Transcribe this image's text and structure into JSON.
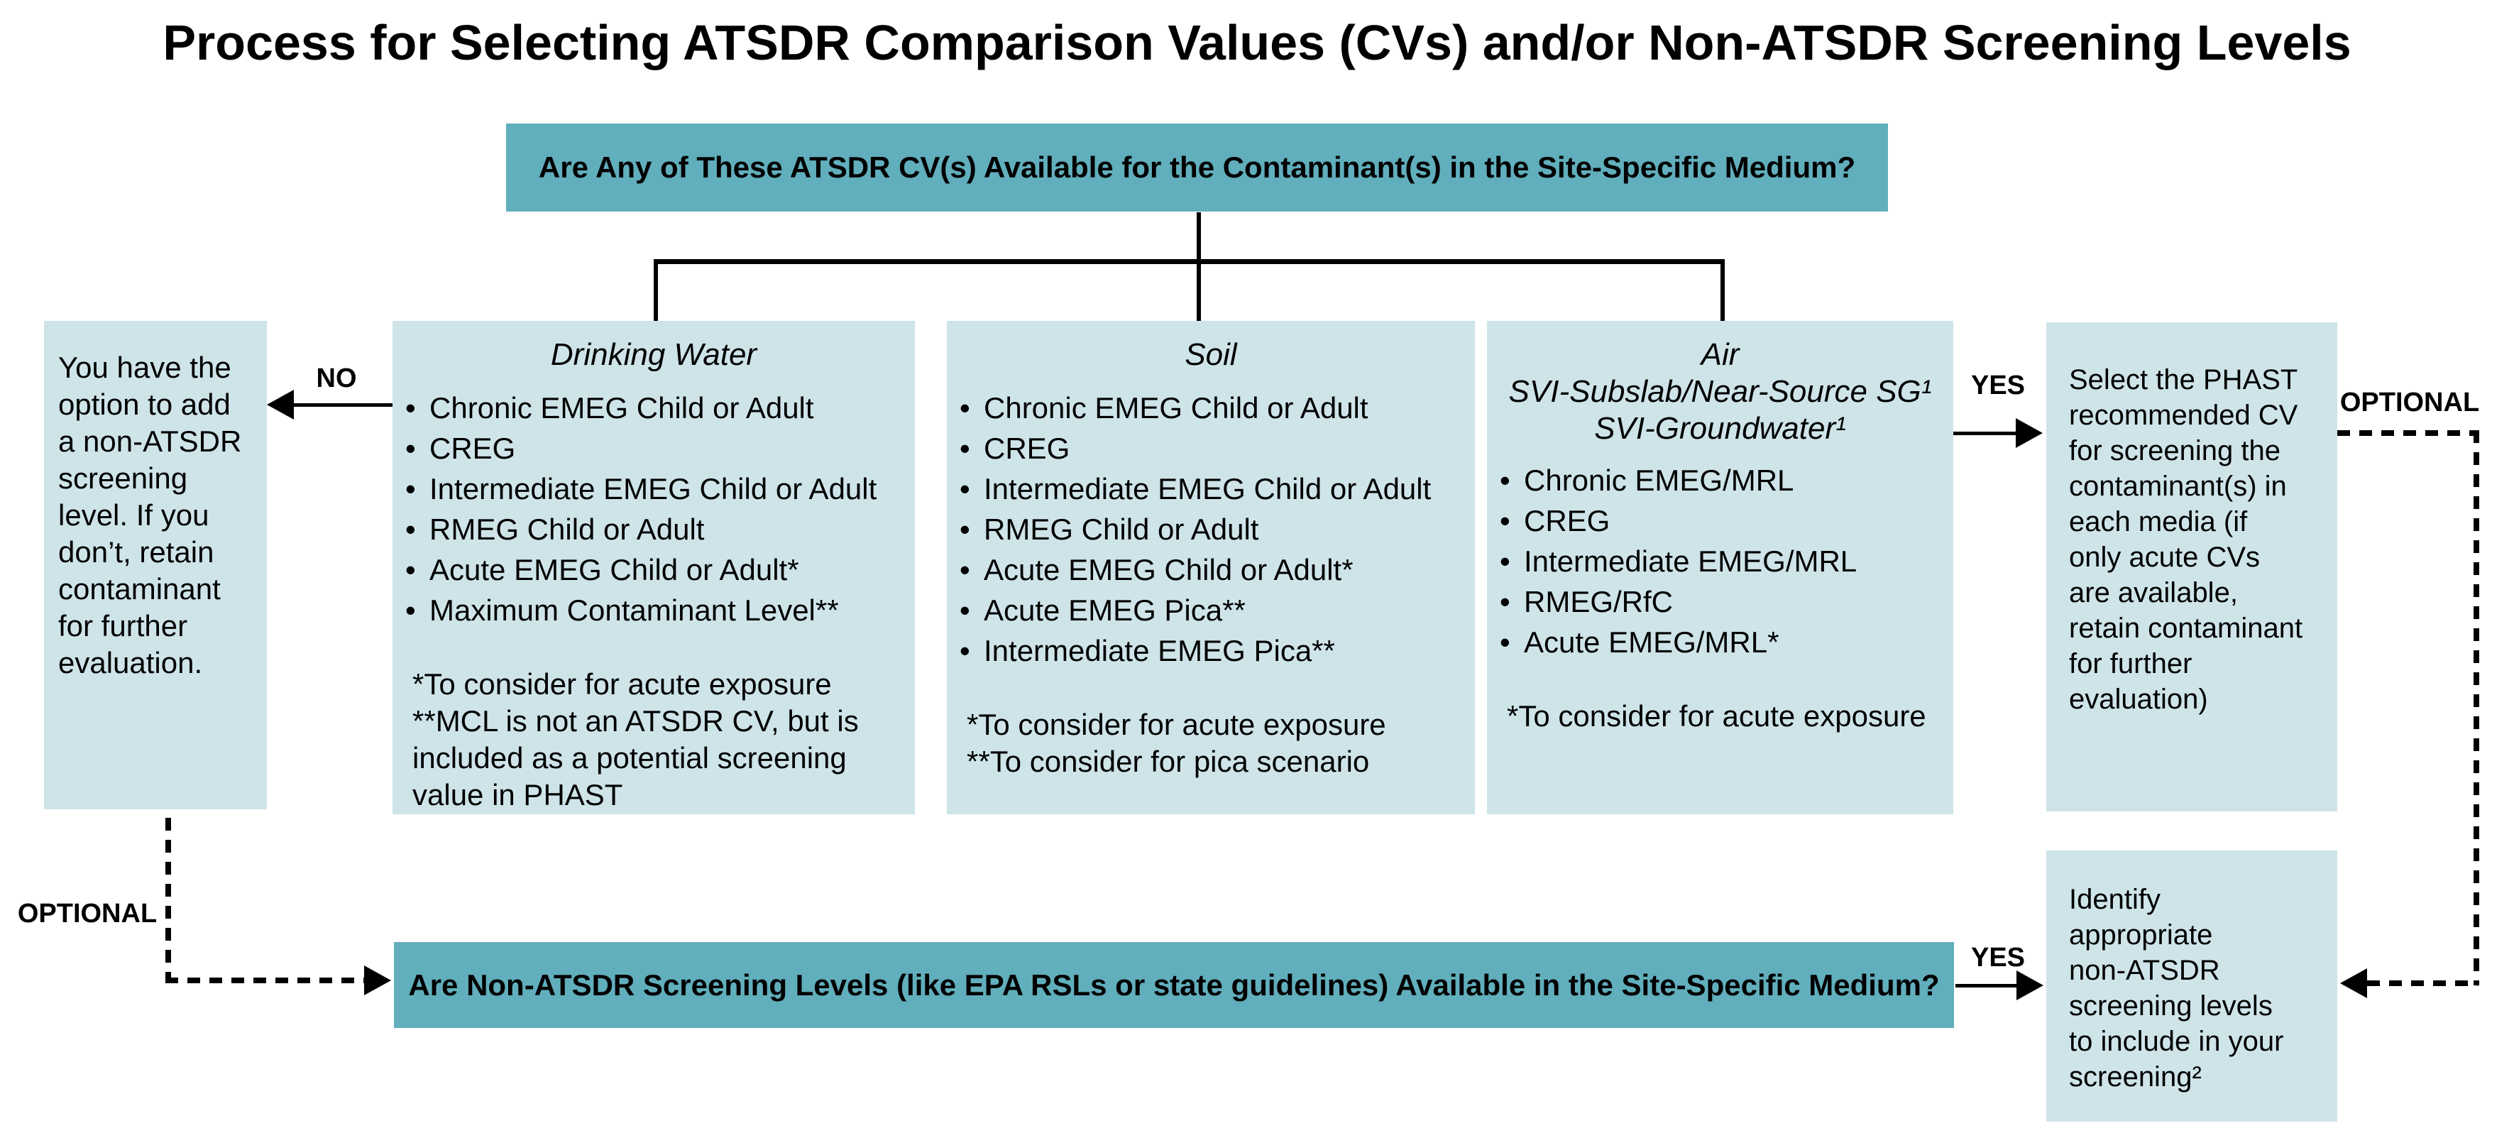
{
  "title": "Process for Selecting ATSDR Comparison Values (CVs) and/or Non-ATSDR Screening Levels",
  "questions": {
    "top": "Are Any of These ATSDR CV(s) Available for the Contaminant(s) in the Site-Specific Medium?",
    "bottom": "Are Non-ATSDR Screening Levels (like EPA RSLs or state guidelines) Available in the Site-Specific Medium?"
  },
  "labels": {
    "no": "NO",
    "yes_top": "YES",
    "yes_bottom": "YES",
    "optional_left": "OPTIONAL",
    "optional_right": "OPTIONAL"
  },
  "notes": {
    "left": "You have the\noption to add\na non-ATSDR\nscreening\nlevel. If you\ndon’t, retain\ncontaminant\nfor further\nevaluation.",
    "right": "Select the PHAST\nrecommended CV\nfor screening the\ncontaminant(s) in\neach media (if\nonly acute CVs\nare available,\nretain contaminant\nfor further\nevaluation)",
    "identify": "Identify\nappropriate\nnon-ATSDR\nscreening levels\nto include in your\nscreening²"
  },
  "media": [
    {
      "title": "Drinking Water",
      "subtitles": [],
      "items": [
        "Chronic EMEG Child or Adult",
        "CREG",
        "Intermediate EMEG Child or Adult",
        "RMEG Child or Adult",
        "Acute EMEG Child or Adult*",
        "Maximum Contaminant Level**"
      ],
      "footnotes": [
        "*To consider for acute exposure",
        "**MCL is not an ATSDR CV, but is included as a potential screening value in PHAST"
      ]
    },
    {
      "title": "Soil",
      "subtitles": [],
      "items": [
        "Chronic EMEG Child or Adult",
        "CREG",
        "Intermediate EMEG Child or Adult",
        "RMEG Child or Adult",
        "Acute EMEG Child or Adult*",
        "Acute EMEG Pica**",
        "Intermediate EMEG Pica**"
      ],
      "footnotes": [
        "*To consider for acute exposure",
        "**To consider for pica scenario"
      ]
    },
    {
      "title": "Air",
      "subtitles": [
        "SVI-Subslab/Near-Source SG¹",
        "SVI-Groundwater¹"
      ],
      "items": [
        "Chronic EMEG/MRL",
        "CREG",
        "Intermediate EMEG/MRL",
        "RMEG/RfC",
        "Acute EMEG/MRL*"
      ],
      "footnotes": [
        "*To consider for acute exposure"
      ]
    }
  ],
  "colors": {
    "question_box": "#61aebc",
    "info_box": "#cee4e9",
    "line": "#000000"
  }
}
